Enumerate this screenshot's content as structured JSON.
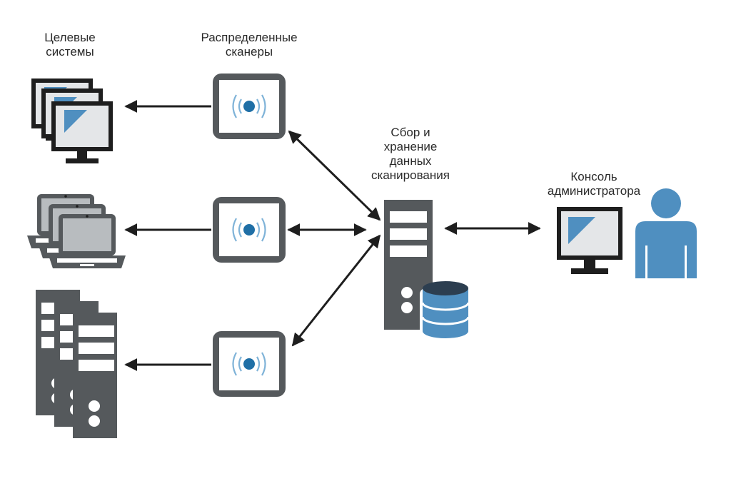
{
  "labels": {
    "targets": "Целевые\nсистемы",
    "scanners": "Распределенные\nсканеры",
    "storage": "Сбор и\nхранение\nданных\nсканирования",
    "console": "Консоль\nадминистратора"
  },
  "colors": {
    "device_dark": "#55595c",
    "device_light": "#b8bcbf",
    "screen": "#e4e6e8",
    "accent_blue": "#4f8fc0",
    "scanner_dot": "#1f6fa6",
    "wave": "#7fb3d8",
    "arrow": "#1e1e1e"
  },
  "icons": [
    "monitor-icon",
    "laptop-icon",
    "server-icon",
    "scanner-icon",
    "database-icon",
    "user-icon"
  ]
}
